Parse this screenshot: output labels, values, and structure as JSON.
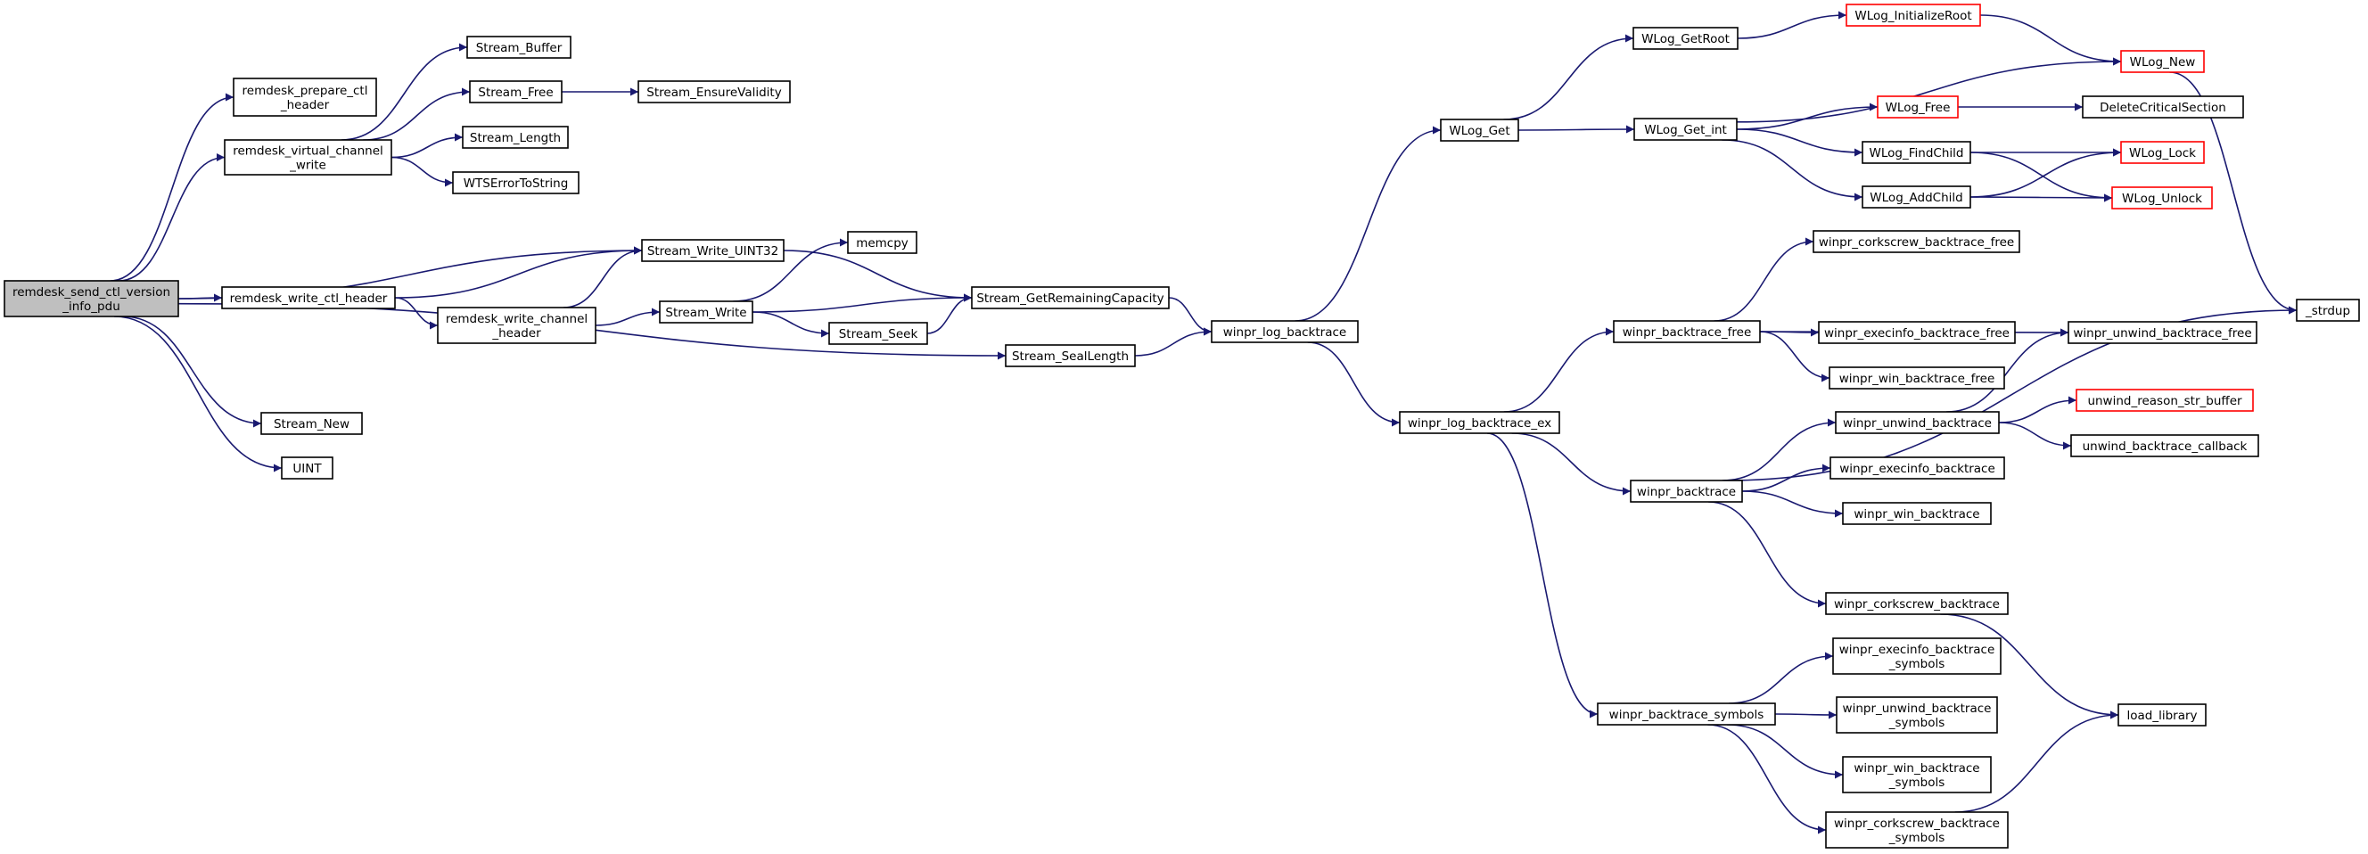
{
  "diagram": {
    "type": "call-graph",
    "colors": {
      "edge": "#191970",
      "root_fill": "#bfbfbf",
      "external_border": "#ff0000",
      "node_border": "#000000"
    },
    "nodes": [
      {
        "id": "root",
        "lines": [
          "remdesk_send_ctl_version",
          "_info_pdu"
        ],
        "style": "root"
      },
      {
        "id": "prep",
        "lines": [
          "remdesk_prepare_ctl",
          "_header"
        ]
      },
      {
        "id": "vcw",
        "lines": [
          "remdesk_virtual_channel",
          "_write"
        ]
      },
      {
        "id": "wctl",
        "lines": [
          "remdesk_write_ctl_header"
        ]
      },
      {
        "id": "wch",
        "lines": [
          "remdesk_write_channel",
          "_header"
        ]
      },
      {
        "id": "snew",
        "lines": [
          "Stream_New"
        ]
      },
      {
        "id": "uint",
        "lines": [
          "UINT"
        ]
      },
      {
        "id": "sbuf",
        "lines": [
          "Stream_Buffer"
        ]
      },
      {
        "id": "sfree",
        "lines": [
          "Stream_Free"
        ]
      },
      {
        "id": "slen",
        "lines": [
          "Stream_Length"
        ]
      },
      {
        "id": "wts",
        "lines": [
          "WTSErrorToString"
        ]
      },
      {
        "id": "sw32",
        "lines": [
          "Stream_Write_UINT32"
        ]
      },
      {
        "id": "sev",
        "lines": [
          "Stream_EnsureValidity"
        ]
      },
      {
        "id": "memcpy",
        "lines": [
          "memcpy"
        ]
      },
      {
        "id": "swrite",
        "lines": [
          "Stream_Write"
        ]
      },
      {
        "id": "sseek",
        "lines": [
          "Stream_Seek"
        ]
      },
      {
        "id": "sgrc",
        "lines": [
          "Stream_GetRemainingCapacity"
        ]
      },
      {
        "id": "sseal",
        "lines": [
          "Stream_SealLength"
        ]
      },
      {
        "id": "wlb",
        "lines": [
          "winpr_log_backtrace"
        ]
      },
      {
        "id": "wlog",
        "lines": [
          "WLog_Get"
        ]
      },
      {
        "id": "wlbex",
        "lines": [
          "winpr_log_backtrace_ex"
        ]
      },
      {
        "id": "groot",
        "lines": [
          "WLog_GetRoot"
        ]
      },
      {
        "id": "gint",
        "lines": [
          "WLog_Get_int"
        ]
      },
      {
        "id": "initroot",
        "lines": [
          "WLog_InitializeRoot"
        ],
        "style": "external"
      },
      {
        "id": "wfree",
        "lines": [
          "WLog_Free"
        ],
        "style": "external"
      },
      {
        "id": "fchild",
        "lines": [
          "WLog_FindChild"
        ]
      },
      {
        "id": "achild",
        "lines": [
          "WLog_AddChild"
        ]
      },
      {
        "id": "wnew",
        "lines": [
          "WLog_New"
        ],
        "style": "external"
      },
      {
        "id": "dcs",
        "lines": [
          "DeleteCriticalSection"
        ]
      },
      {
        "id": "wlock",
        "lines": [
          "WLog_Lock"
        ],
        "style": "external"
      },
      {
        "id": "wunlock",
        "lines": [
          "WLog_Unlock"
        ],
        "style": "external"
      },
      {
        "id": "strdup",
        "lines": [
          "_strdup"
        ]
      },
      {
        "id": "btfree",
        "lines": [
          "winpr_backtrace_free"
        ]
      },
      {
        "id": "ccbtfree",
        "lines": [
          "winpr_corkscrew_backtrace_free"
        ]
      },
      {
        "id": "exbtfree",
        "lines": [
          "winpr_execinfo_backtrace_free"
        ]
      },
      {
        "id": "winbtfree",
        "lines": [
          "winpr_win_backtrace_free"
        ]
      },
      {
        "id": "unbtfree",
        "lines": [
          "winpr_unwind_backtrace_free"
        ]
      },
      {
        "id": "bt",
        "lines": [
          "winpr_backtrace"
        ]
      },
      {
        "id": "unbt",
        "lines": [
          "winpr_unwind_backtrace"
        ]
      },
      {
        "id": "urs",
        "lines": [
          "unwind_reason_str_buffer"
        ],
        "style": "external"
      },
      {
        "id": "ubc",
        "lines": [
          "unwind_backtrace_callback"
        ]
      },
      {
        "id": "exbt",
        "lines": [
          "winpr_execinfo_backtrace"
        ]
      },
      {
        "id": "winbt",
        "lines": [
          "winpr_win_backtrace"
        ]
      },
      {
        "id": "ccbt",
        "lines": [
          "winpr_corkscrew_backtrace"
        ]
      },
      {
        "id": "btsym",
        "lines": [
          "winpr_backtrace_symbols"
        ]
      },
      {
        "id": "exsym",
        "lines": [
          "winpr_execinfo_backtrace",
          "_symbols"
        ]
      },
      {
        "id": "unsym",
        "lines": [
          "winpr_unwind_backtrace",
          "_symbols"
        ]
      },
      {
        "id": "winsym",
        "lines": [
          "winpr_win_backtrace",
          "_symbols"
        ]
      },
      {
        "id": "ccsym",
        "lines": [
          "winpr_corkscrew_backtrace",
          "_symbols"
        ]
      },
      {
        "id": "loadlib",
        "lines": [
          "load_library"
        ]
      }
    ],
    "edges": [
      [
        "root",
        "prep"
      ],
      [
        "root",
        "vcw"
      ],
      [
        "root",
        "sw32"
      ],
      [
        "root",
        "wctl"
      ],
      [
        "root",
        "sseal"
      ],
      [
        "root",
        "snew"
      ],
      [
        "root",
        "uint"
      ],
      [
        "vcw",
        "sbuf"
      ],
      [
        "vcw",
        "sfree"
      ],
      [
        "vcw",
        "slen"
      ],
      [
        "vcw",
        "wts"
      ],
      [
        "sfree",
        "sev"
      ],
      [
        "wctl",
        "sw32"
      ],
      [
        "wctl",
        "wch"
      ],
      [
        "wch",
        "sw32"
      ],
      [
        "wch",
        "swrite"
      ],
      [
        "sw32",
        "sgrc"
      ],
      [
        "swrite",
        "memcpy"
      ],
      [
        "swrite",
        "sgrc"
      ],
      [
        "swrite",
        "sseek"
      ],
      [
        "sseek",
        "sgrc"
      ],
      [
        "sgrc",
        "wlb"
      ],
      [
        "sseal",
        "wlb"
      ],
      [
        "wlb",
        "wlog"
      ],
      [
        "wlb",
        "wlbex"
      ],
      [
        "wlog",
        "groot"
      ],
      [
        "wlog",
        "gint"
      ],
      [
        "groot",
        "initroot"
      ],
      [
        "initroot",
        "wnew"
      ],
      [
        "gint",
        "wnew"
      ],
      [
        "gint",
        "wfree"
      ],
      [
        "gint",
        "fchild"
      ],
      [
        "gint",
        "achild"
      ],
      [
        "wfree",
        "dcs"
      ],
      [
        "fchild",
        "wlock"
      ],
      [
        "fchild",
        "wunlock"
      ],
      [
        "achild",
        "wlock"
      ],
      [
        "achild",
        "wunlock"
      ],
      [
        "wnew",
        "strdup"
      ],
      [
        "wlbex",
        "btfree"
      ],
      [
        "wlbex",
        "bt"
      ],
      [
        "wlbex",
        "btsym"
      ],
      [
        "btfree",
        "ccbtfree"
      ],
      [
        "btfree",
        "exbtfree"
      ],
      [
        "btfree",
        "winbtfree"
      ],
      [
        "btfree",
        "unbtfree"
      ],
      [
        "bt",
        "unbt"
      ],
      [
        "bt",
        "exbt"
      ],
      [
        "bt",
        "winbt"
      ],
      [
        "bt",
        "ccbt"
      ],
      [
        "bt",
        "strdup"
      ],
      [
        "unbt",
        "unbtfree"
      ],
      [
        "unbt",
        "urs"
      ],
      [
        "unbt",
        "ubc"
      ],
      [
        "ccbt",
        "loadlib"
      ],
      [
        "btsym",
        "exsym"
      ],
      [
        "btsym",
        "unsym"
      ],
      [
        "btsym",
        "winsym"
      ],
      [
        "btsym",
        "ccsym"
      ],
      [
        "ccsym",
        "loadlib"
      ]
    ]
  }
}
